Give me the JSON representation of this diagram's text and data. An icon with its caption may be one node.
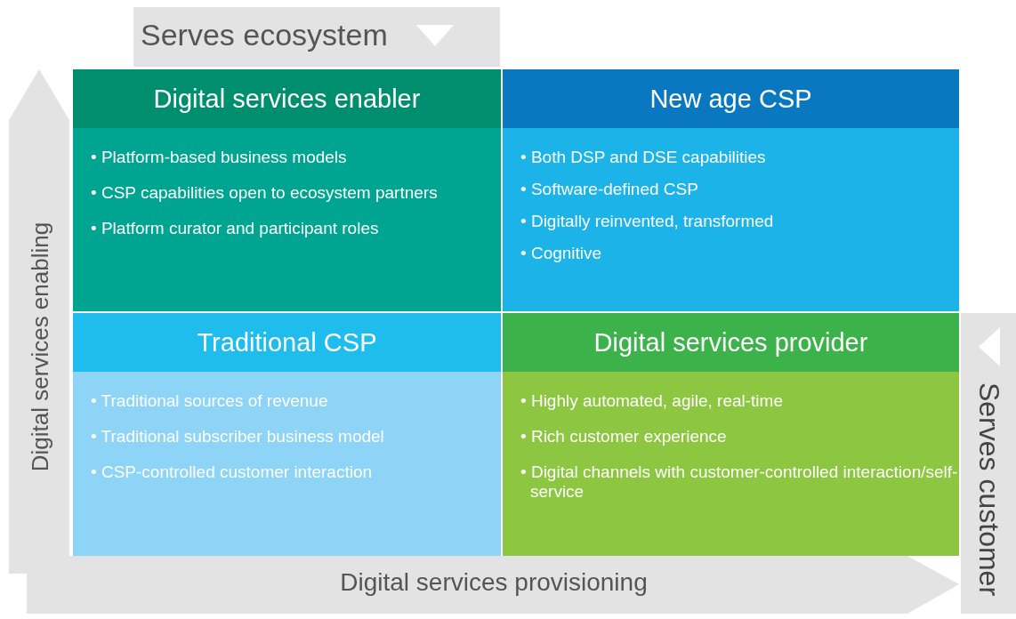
{
  "diagram": {
    "nodes": [
      {
        "text": [
          "Digital services enabler",
          "• Platform-based business models",
          "• CSP capabilities open to ecosystem partners",
          "• Platform curator and participant roles"
        ]
      },
      {
        "text": [
          "New age CSP",
          "• Both DSP and DSE capabilities",
          "• Software-defined CSP",
          "• Digitally reinvented, transformed",
          "• Cognitive"
        ]
      },
      {
        "text": [
          "Traditional CSP",
          "• Traditional sources of revenue",
          "• Traditional subscriber business model",
          "• CSP-controlled customer interaction"
        ]
      },
      {
        "text": [
          "Digital services provider",
          "• Highly automated, agile, real-time",
          "• Rich customer experience",
          "• Digital channels with customer-controlled interaction/self-service"
        ]
      }
    ],
    "labels": [
      "Serves ecosystem",
      "Digital services enabling",
      "Digital services provisioning",
      "Serves customer"
    ]
  }
}
